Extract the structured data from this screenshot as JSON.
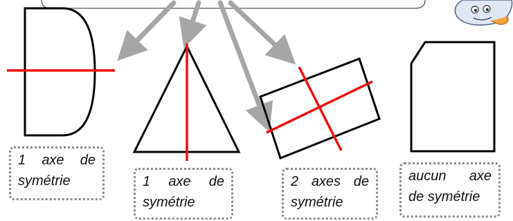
{
  "colors": {
    "outline": "#000000",
    "axis": "#ee1111",
    "arrow": "#a6a6a6",
    "caption_border": "#8a8a8a"
  },
  "mascot": {
    "icon": "mascot-character-icon"
  },
  "shapes": [
    {
      "name": "half-disc-shape",
      "axes_count": 1
    },
    {
      "name": "isosceles-triangle-shape",
      "axes_count": 1
    },
    {
      "name": "tilted-rectangle-shape",
      "axes_count": 2
    },
    {
      "name": "cut-corner-rectangle-shape",
      "axes_count": 0
    }
  ],
  "captions": [
    {
      "line1": [
        "1",
        "axe",
        "de"
      ],
      "line2": "symétrie"
    },
    {
      "line1": [
        "1",
        "axe",
        "de"
      ],
      "line2": "symétrie"
    },
    {
      "line1": [
        "2",
        "axes",
        "de"
      ],
      "line2": "symétrie"
    },
    {
      "line1": [
        "aucun",
        "axe"
      ],
      "line2": "de symétrie"
    }
  ]
}
